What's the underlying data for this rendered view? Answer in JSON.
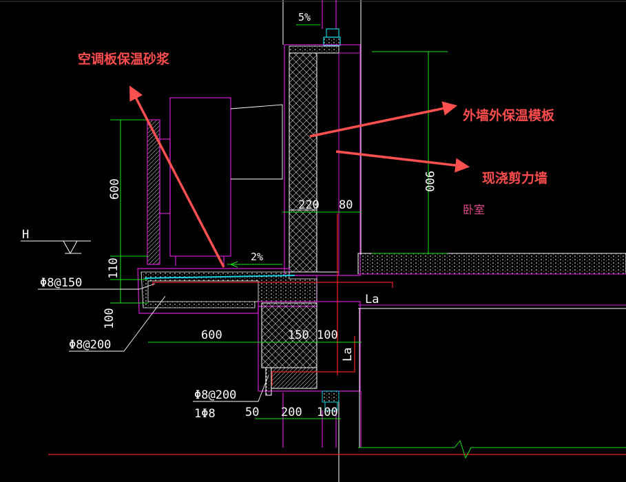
{
  "colors": {
    "background": "#000000",
    "magenta": "#d21ed2",
    "green": "#19e619",
    "white": "#ffffff",
    "cyan": "#19d2e6",
    "red": "#e61e1e",
    "yellow": "#e6e619",
    "annotation_red": "#ff5050"
  },
  "annotations": {
    "ac_panel_mortar": "空调板保温砂浆",
    "exterior_insulation_formwork": "外墙外保温模板",
    "cast_in_place_shear_wall": "现浇剪力墙"
  },
  "labels": {
    "slope_top": "5%",
    "slope_ac": "2%",
    "level_mark": "H",
    "room": "卧室",
    "anchor_top": "La",
    "anchor_vertical": "La"
  },
  "dimensions": {
    "height_600": "600",
    "height_110": "110",
    "height_100": "100",
    "height_900": "900",
    "wall_220": "220",
    "wall_80": "80",
    "width_600": "600",
    "width_150": "150",
    "width_100": "100",
    "bottom_50": "50",
    "bottom_200": "200",
    "bottom_100": "100"
  },
  "rebar": {
    "top_bar": "Φ8@150",
    "dist_bar": "Φ8@200",
    "low_bar": "Φ8@200",
    "single_bar": "1Φ8"
  }
}
